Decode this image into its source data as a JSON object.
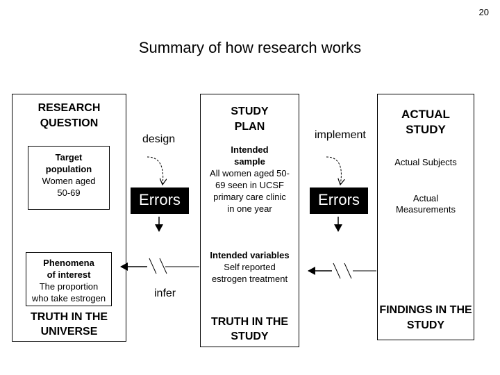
{
  "page_number": "20",
  "title": "Summary of how research works",
  "research_question": {
    "heading_line1": "RESEARCH",
    "heading_line2": "QUESTION",
    "target_bold_line1": "Target",
    "target_bold_line2": "population",
    "target_line3": "Women aged",
    "target_line4": "50-69",
    "phenomena_bold_line1": "Phenomena",
    "phenomena_bold_line2": "of interest",
    "phenomena_line3": "The proportion",
    "phenomena_line4": "who take estrogen",
    "truth_line1": "TRUTH IN THE",
    "truth_line2": "UNIVERSE"
  },
  "design_label": "design",
  "infer_label": "infer",
  "implement_label": "implement",
  "errors_left": "Errors",
  "errors_right": "Errors",
  "study_plan": {
    "heading_line1": "STUDY",
    "heading_line2": "PLAN",
    "sample_bold_line1": "Intended",
    "sample_bold_line2": "sample",
    "sample_line3": "All women aged 50-",
    "sample_line4": "69 seen in UCSF",
    "sample_line5": "primary care clinic",
    "sample_line6": "in one year",
    "variables_bold": "Intended variables",
    "variables_line2": "Self reported",
    "variables_line3": "estrogen treatment",
    "truth_line1": "TRUTH IN THE",
    "truth_line2": "STUDY"
  },
  "actual_study": {
    "heading_line1": "ACTUAL",
    "heading_line2": "STUDY",
    "subjects": "Actual Subjects",
    "measurements_line1": "Actual",
    "measurements_line2": "Measurements",
    "findings_line1": "FINDINGS IN THE",
    "findings_line2": "STUDY"
  }
}
